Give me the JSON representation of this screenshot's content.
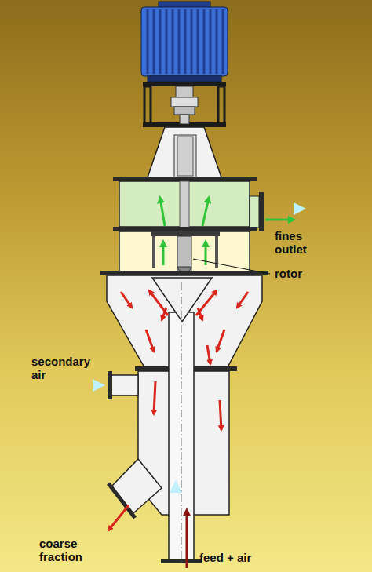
{
  "diagram": {
    "labels": [
      "fines outlet",
      "rotor",
      "secondary air",
      "coarse fraction",
      "feed + air"
    ]
  }
}
